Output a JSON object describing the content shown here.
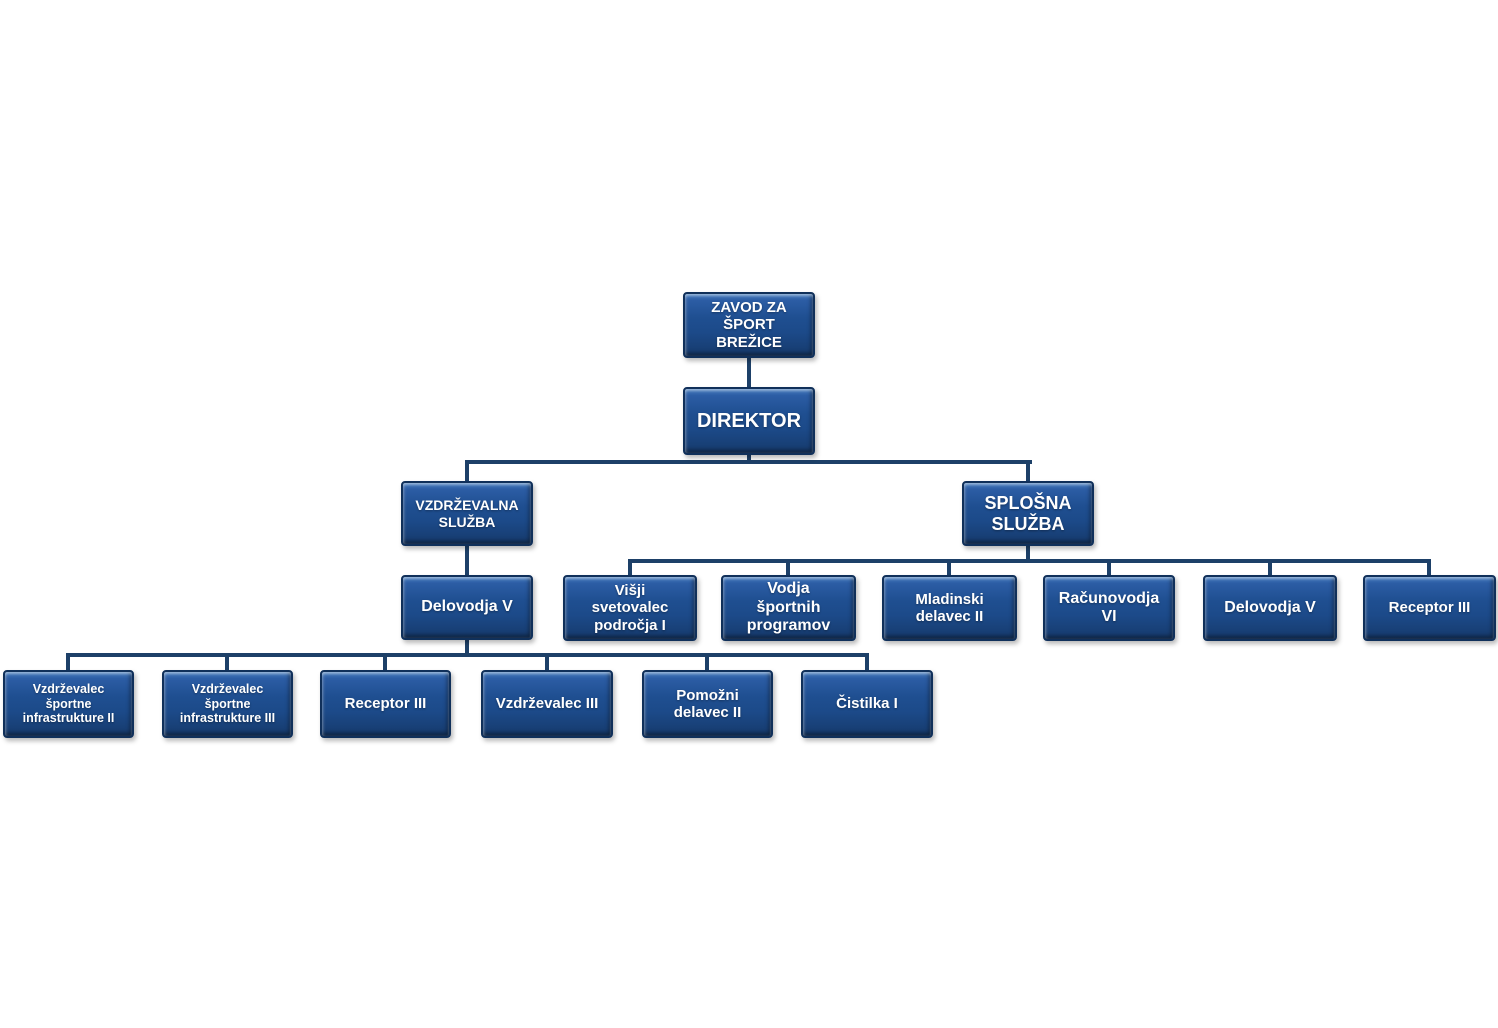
{
  "org_chart": {
    "type": "organizational-chart",
    "language": "Slovenian",
    "colors": {
      "box_fill": "#1f4f91",
      "box_fill_highlight": "#4b80c0",
      "box_fill_shadow": "#163a6c",
      "box_border": "#10305a",
      "connector": "#1d4068",
      "text": "#ffffff",
      "background": "#ffffff"
    },
    "nodes": [
      {
        "id": "zavod-za-sport-brezice",
        "label": "ZAVOD ZA\nŠPORT\nBREŽICE",
        "parent": null
      },
      {
        "id": "direktor",
        "label": "DIREKTOR",
        "parent": "zavod-za-sport-brezice"
      },
      {
        "id": "vzdrzevalna-sluzba",
        "label": "VZDRŽEVALNA\nSLUŽBA",
        "parent": "direktor"
      },
      {
        "id": "splosna-sluzba",
        "label": "SPLOŠNA\nSLUŽBA",
        "parent": "direktor"
      },
      {
        "id": "delovodja-v-1",
        "label": "Delovodja V",
        "parent": "vzdrzevalna-sluzba"
      },
      {
        "id": "visji-svetovalec-podrocja-i",
        "label": "Višji\nsvetovalec\npodročja I",
        "parent": "splosna-sluzba"
      },
      {
        "id": "vodja-sportnih-programov",
        "label": "Vodja\nšportnih\nprogramov",
        "parent": "splosna-sluzba"
      },
      {
        "id": "mladinski-delavec-ii",
        "label": "Mladinski\ndelavec II",
        "parent": "splosna-sluzba"
      },
      {
        "id": "racunovodja-vi",
        "label": "Računovodja\nVI",
        "parent": "splosna-sluzba"
      },
      {
        "id": "delovodja-v-2",
        "label": "Delovodja V",
        "parent": "splosna-sluzba"
      },
      {
        "id": "receptor-iii-2",
        "label": "Receptor III",
        "parent": "splosna-sluzba"
      },
      {
        "id": "vzdrzevalec-sportne-infrastrukture-ii",
        "label": "Vzdrževalec\nšportne\ninfrastrukture II",
        "parent": "delovodja-v-1"
      },
      {
        "id": "vzdrzevalec-sportne-infrastrukture-iii",
        "label": "Vzdrževalec\nšportne\ninfrastrukture III",
        "parent": "delovodja-v-1"
      },
      {
        "id": "receptor-iii-1",
        "label": "Receptor III",
        "parent": "delovodja-v-1"
      },
      {
        "id": "vzdrzevalec-iii",
        "label": "Vzdrževalec III",
        "parent": "delovodja-v-1"
      },
      {
        "id": "pomozni-delavec-ii",
        "label": "Pomožni\ndelavec II",
        "parent": "delovodja-v-1"
      },
      {
        "id": "cistilka-i",
        "label": "Čistilka I",
        "parent": "delovodja-v-1"
      }
    ]
  }
}
